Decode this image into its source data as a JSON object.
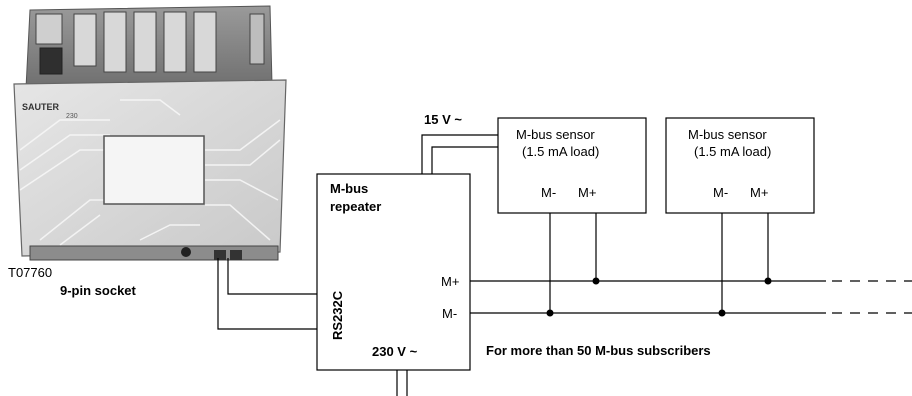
{
  "device": {
    "model_code": "T07760",
    "brand_logo": "SAUTER",
    "model_number": "230"
  },
  "labels": {
    "socket": "9-pin socket",
    "supply_15v": "15 V ~",
    "repeater_line1": "M-bus",
    "repeater_line2": "repeater",
    "rs232c": "RS232C",
    "supply_230v": "230 V ~",
    "m_plus": "M+",
    "m_minus": "M-",
    "note": "For more than 50 M-bus subscribers"
  },
  "sensors": [
    {
      "title": "M-bus sensor",
      "load": "(1.5 mA load)",
      "terminal_minus": "M-",
      "terminal_plus": "M+"
    },
    {
      "title": "M-bus sensor",
      "load": "(1.5 mA load)",
      "terminal_minus": "M-",
      "terminal_plus": "M+"
    }
  ]
}
